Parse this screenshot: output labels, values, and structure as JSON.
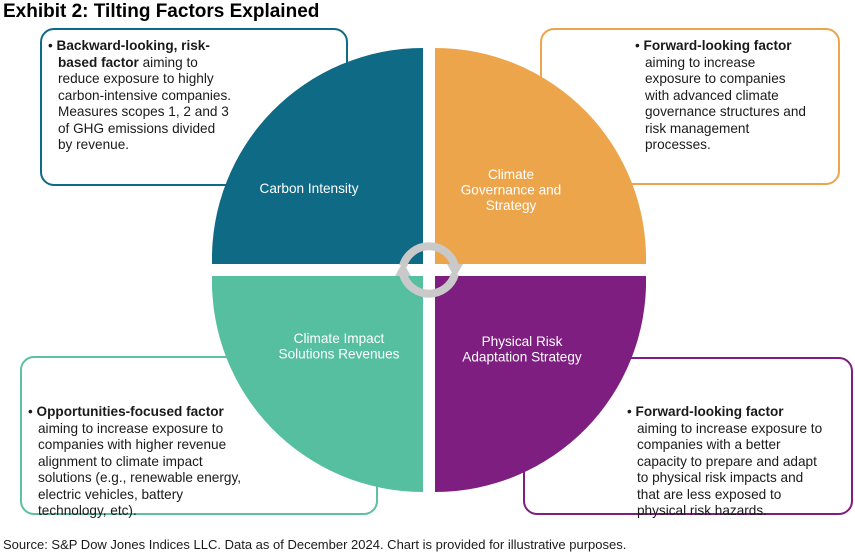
{
  "title": "Exhibit 2: Tilting Factors Explained",
  "colors": {
    "carbon": "#0f6a85",
    "governance": "#eda54c",
    "solutions": "#55bf9f",
    "physical": "#7e1e80",
    "arrow": "#c9c9c9"
  },
  "quadrants": {
    "top_left": {
      "label_lines": [
        "Carbon Intensity"
      ]
    },
    "top_right": {
      "label_lines": [
        "Climate",
        "Governance and",
        "Strategy"
      ]
    },
    "bottom_left": {
      "label_lines": [
        "Climate Impact",
        "Solutions Revenues"
      ]
    },
    "bottom_right": {
      "label_lines": [
        "Physical Risk",
        "Adaptation Strategy"
      ]
    }
  },
  "cards": {
    "top_left": {
      "lines": [
        {
          "bold": "Backward-looking, risk-",
          "rest": ""
        },
        {
          "bold": "based factor",
          "rest": " aiming to"
        },
        {
          "bold": "",
          "rest": "reduce exposure to highly"
        },
        {
          "bold": "",
          "rest": "carbon-intensive companies."
        },
        {
          "bold": "",
          "rest": "Measures scopes 1, 2 and 3"
        },
        {
          "bold": "",
          "rest": "of GHG emissions divided"
        },
        {
          "bold": "",
          "rest": "by revenue."
        }
      ]
    },
    "top_right": {
      "lines": [
        {
          "bold": "Forward-looking factor",
          "rest": ""
        },
        {
          "bold": "",
          "rest": "aiming to increase"
        },
        {
          "bold": "",
          "rest": "exposure to companies"
        },
        {
          "bold": "",
          "rest": "with advanced climate"
        },
        {
          "bold": "",
          "rest": "governance structures and"
        },
        {
          "bold": "",
          "rest": "risk management"
        },
        {
          "bold": "",
          "rest": "processes."
        }
      ]
    },
    "bottom_left": {
      "lines": [
        {
          "bold": "Opportunities-focused factor",
          "rest": ""
        },
        {
          "bold": "",
          "rest": "aiming to increase exposure to"
        },
        {
          "bold": "",
          "rest": "companies with higher revenue"
        },
        {
          "bold": "",
          "rest": "alignment to climate impact"
        },
        {
          "bold": "",
          "rest": "solutions (e.g., renewable energy,"
        },
        {
          "bold": "",
          "rest": "electric vehicles, battery"
        },
        {
          "bold": "",
          "rest": "technology, etc)."
        }
      ]
    },
    "bottom_right": {
      "lines": [
        {
          "bold": "Forward-looking factor",
          "rest": ""
        },
        {
          "bold": "",
          "rest": "aiming to increase exposure to"
        },
        {
          "bold": "",
          "rest": "companies with a better"
        },
        {
          "bold": "",
          "rest": "capacity to prepare and adapt"
        },
        {
          "bold": "",
          "rest": "to physical risk impacts and"
        },
        {
          "bold": "",
          "rest": "that are less exposed to"
        },
        {
          "bold": "",
          "rest": "physical risk hazards."
        }
      ]
    }
  },
  "source": "Source: S&P Dow Jones Indices LLC. Data as of December 2024. Chart is provided for illustrative purposes."
}
